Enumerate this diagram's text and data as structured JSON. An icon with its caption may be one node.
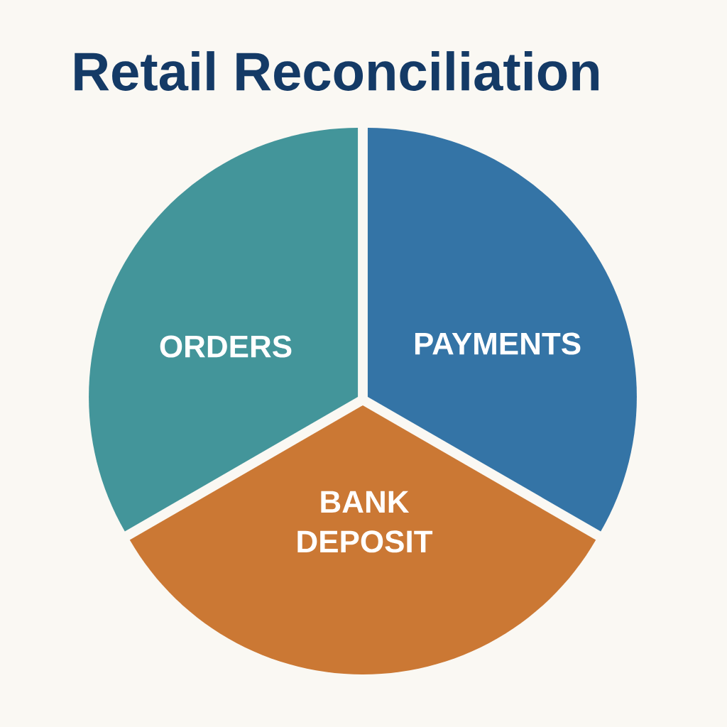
{
  "diagram": {
    "title": "Retail Reconciliation",
    "nodes": [
      {
        "text": [
          "ORDERS"
        ]
      },
      {
        "text": [
          "PAYMENTS"
        ]
      },
      {
        "text": [
          "BANK DEPOSIT"
        ]
      }
    ]
  }
}
